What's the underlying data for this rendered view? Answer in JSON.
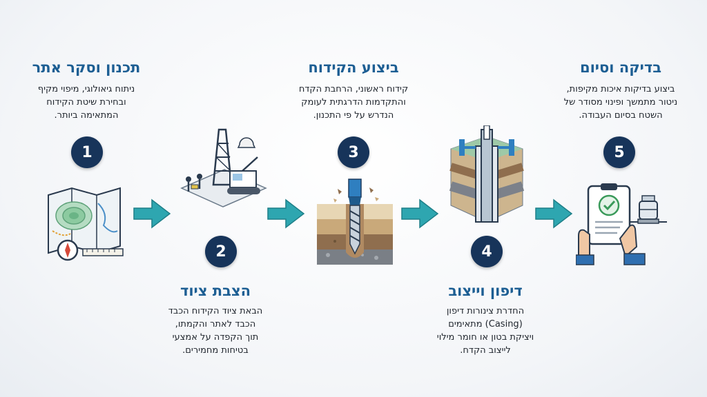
{
  "steps": [
    {
      "number": "1",
      "title": "תכנון וסקר אתר",
      "desc": [
        "ניתוח גיאולוגי, מיפוי מקיף",
        "ובחירת שיטת הקידוח",
        "המתאימה ביותר."
      ]
    },
    {
      "number": "2",
      "title": "הצבת ציוד",
      "desc": [
        "הבאת ציוד הקידוח הכבד",
        "הכבד לאתר והקמתו,",
        "תוך הקפדה על אמצעי",
        "בטיחות מחמירים."
      ]
    },
    {
      "number": "3",
      "title": "ביצוע הקידוח",
      "desc": [
        "קידוח ראשוני, הרחבת הקדח",
        "והתקדמות הדרגתית לעומק",
        "הנדרש על פי התכנון."
      ]
    },
    {
      "number": "4",
      "title": "דיפון וייצוב",
      "desc": [
        "החדרת צינורות דיפון",
        "(Casing) מתאימים",
        "ויציקת בטון או חומר מילוי",
        "לייצוב הקדח."
      ]
    },
    {
      "number": "5",
      "title": "בדיקה וסיום",
      "desc": [
        "ביצוע בדיקות איכות מקיפות,",
        "ניטור מתמשך ופינוי מסודר של",
        "השטח בסיום העבודה."
      ]
    }
  ],
  "icons": [
    "map-compass-icon",
    "drilling-rig-icon",
    "drill-bit-icon",
    "casing-pipe-icon",
    "checklist-tablet-icon"
  ],
  "colors": {
    "title": "#1c5e93",
    "badge": "#17345a",
    "arrow": "#2ea6b0"
  }
}
